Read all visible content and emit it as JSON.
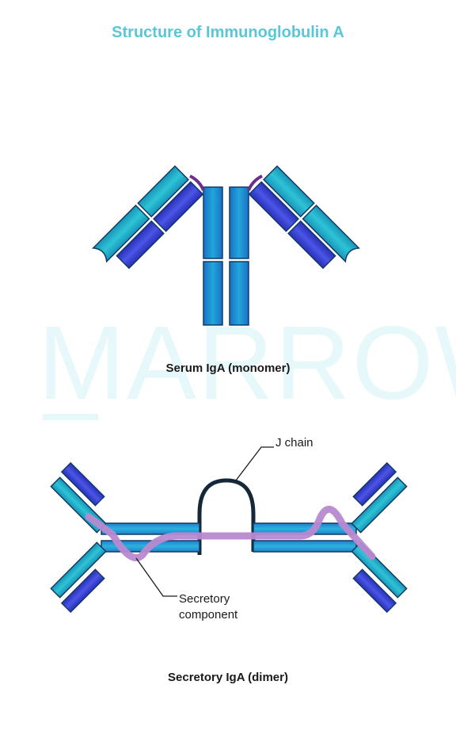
{
  "title": "Structure of Immunoglobulin A",
  "watermark": "MARROW",
  "monomer": {
    "caption": "Serum IgA (monomer)"
  },
  "dimer": {
    "caption": "Secretory IgA (dimer)",
    "j_chain_label": "J chain",
    "secretory_component_label": "Secretory component"
  },
  "colors": {
    "title": "#5ac7d6",
    "heavy_chain": "#1f8fd0",
    "light_chain": "#3b3fd6",
    "light_teal": "#1fb0c4",
    "j_chain": "#14283a",
    "secretory_component": "#b889d0",
    "hinge": "#6b2f8a",
    "watermark": "#e7f8fb"
  }
}
